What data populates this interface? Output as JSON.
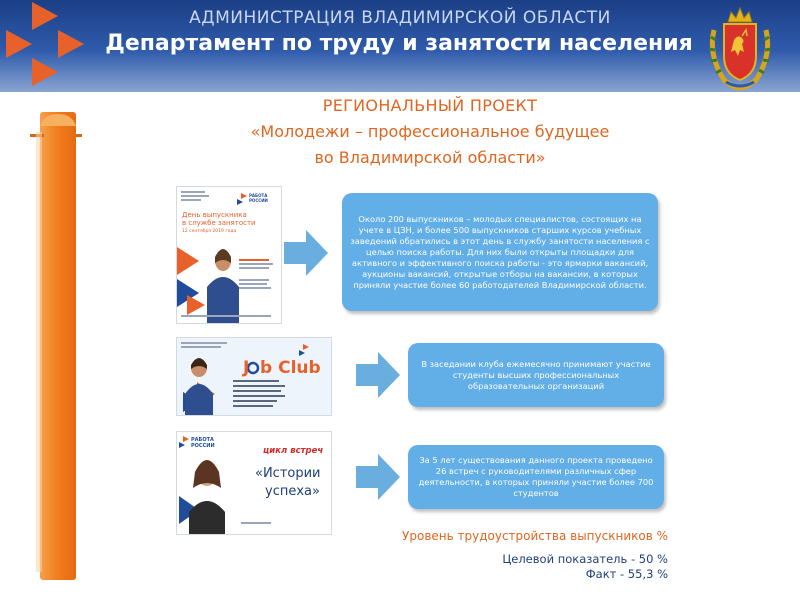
{
  "header": {
    "line1": "АДМИНИСТРАЦИЯ ВЛАДИМИРСКОЙ ОБЛАСТИ",
    "line2": "Департамент по труду и занятости населения"
  },
  "title": {
    "line1": "РЕГИОНАЛЬНЫЙ ПРОЕКТ",
    "line2": "«Молодежи – профессиональное будущее",
    "line3": "во Владимирской области»"
  },
  "thumbnails": {
    "first": {
      "brand": "РАБОТА РОССИИ",
      "heading1": "День выпускника",
      "heading2": "в службе занятости",
      "date": "12 сентября 2019 года"
    },
    "second": {
      "brand_prefix": "J",
      "brand_rest": "b Club"
    },
    "third": {
      "brand": "РАБОТА РОССИИ",
      "cycle": "цикл встреч",
      "heading1": "«Истории",
      "heading2": "успеха»"
    }
  },
  "boxes": [
    {
      "text": "Около 200 выпускников – молодых специалистов, состоящих на учете в ЦЗН, и более 500 выпускников старших курсов учебных заведений обратились в этот день в службу занятости населения с целью поиска работы. Для них были открыты площадки для активного и эффективного поиска работы - это ярмарки вакансий, аукционы вакансий, открытые отборы на вакансии, в которых приняли участие более 60 работодателей Владимирской области."
    },
    {
      "text": "В заседании клуба ежемесячно принимают участие студенты высших профессиональных образовательных организаций"
    },
    {
      "text": "За 5 лет существования данного проекта проведено 26 встреч с руководителями различных сфер деятельности, в которых приняли участие более 700 студентов"
    }
  ],
  "stats": {
    "title": "Уровень трудоустройства выпускников %",
    "target": "Целевой показатель - 50 %",
    "fact": "Факт - 55,3 %"
  },
  "colors": {
    "orange": "#e0661f",
    "blue_box": "#62aee6",
    "header_blue": "#1b3f86",
    "dark_blue_text": "#1f3f7a"
  }
}
